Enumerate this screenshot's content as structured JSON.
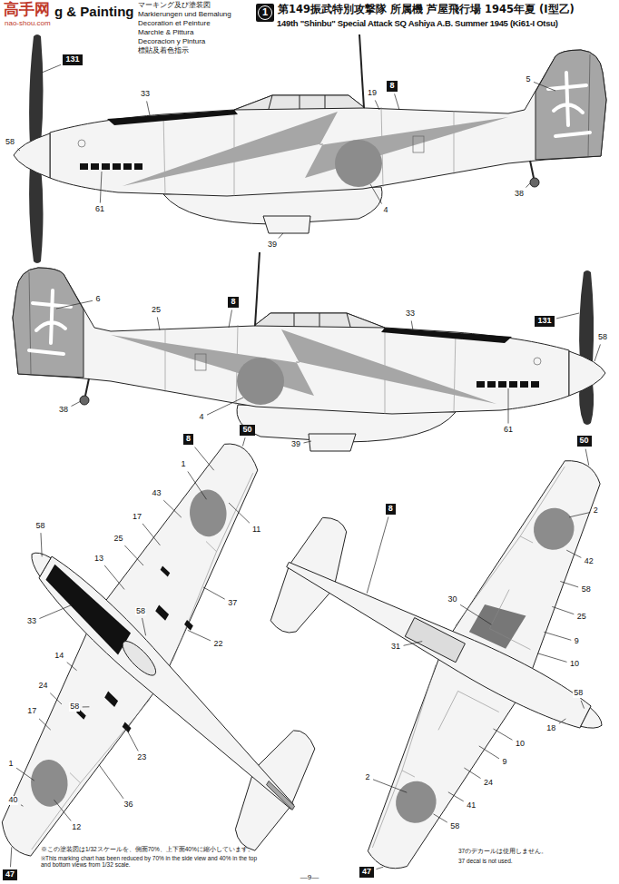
{
  "diagram": {
    "title": "第149振武特別攻撃隊 所属機 芦屋飛行場 1945年夏 (I型乙)",
    "nodes": [
      {
        "text": [
          "1"
        ]
      },
      {
        "text": [
          "131"
        ]
      },
      {
        "text": [
          "8"
        ]
      },
      {
        "text": [
          "8"
        ]
      },
      {
        "text": [
          "131"
        ]
      },
      {
        "text": [
          "50"
        ]
      },
      {
        "text": [
          "50"
        ]
      },
      {
        "text": [
          "8"
        ]
      },
      {
        "text": [
          "8"
        ]
      },
      {
        "text": [
          "47"
        ]
      },
      {
        "text": [
          "47"
        ]
      }
    ],
    "labels": [
      "高手网",
      "nao-shou.com",
      "g & Painting",
      "マーキング及び塗装図",
      "Markierungen und Bemalung",
      "Decoration et Peinture",
      "Marchie & Pittura",
      "Decoracion y Pintura",
      "標貼及着色指示",
      "149th \"Shinbu\" Special Attack SQ Ashiya A.B. Summer 1945 (Ki61-I Otsu)",
      "33",
      "58",
      "61",
      "19",
      "5",
      "38",
      "4",
      "39",
      "6",
      "25",
      "33",
      "58",
      "38",
      "4",
      "39",
      "61",
      "58",
      "13",
      "25",
      "17",
      "43",
      "1",
      "11",
      "58",
      "37",
      "33",
      "22",
      "14",
      "24",
      "58",
      "17",
      "23",
      "1",
      "36",
      "40",
      "12",
      "2",
      "42",
      "58",
      "25",
      "9",
      "30",
      "10",
      "58",
      "31",
      "18",
      "10",
      "9",
      "24",
      "41",
      "2",
      "58",
      "※この塗装図は1/32スケールを、側面70%、上下面40%に縮小しています。",
      "※This marking chart has been reduced by 70% in the side view and 40% in the top and bottom views from 1/32 scale.",
      "37のデカールは使用しません。",
      "37 decal is not used.",
      "—9—"
    ]
  }
}
